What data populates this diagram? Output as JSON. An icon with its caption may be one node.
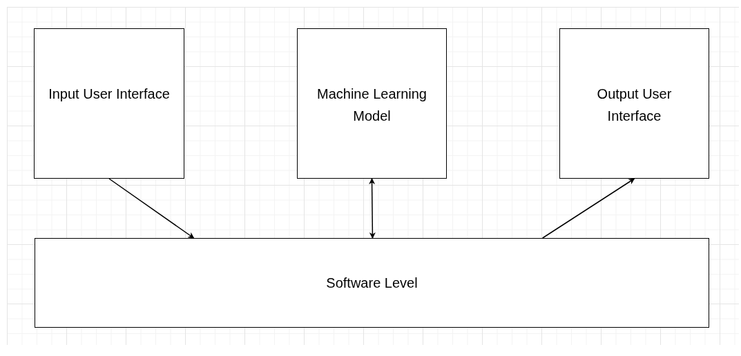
{
  "diagram": {
    "nodes": [
      {
        "text": [
          "Input User Interface"
        ]
      },
      {
        "text": [
          "Machine Learning Model"
        ]
      },
      {
        "text": [
          "Output User Interface"
        ]
      },
      {
        "text": [
          "Software Level"
        ]
      }
    ],
    "edges": [
      {
        "from": 0,
        "to": 3,
        "arrow": "to"
      },
      {
        "from": 1,
        "to": 3,
        "arrow": "both"
      },
      {
        "from": 3,
        "to": 2,
        "arrow": "to"
      }
    ]
  }
}
